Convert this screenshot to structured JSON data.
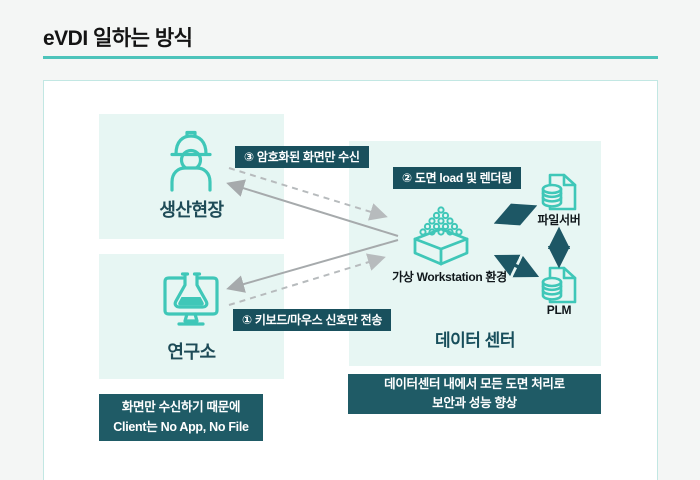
{
  "title": "eVDI 일하는 방식",
  "colors": {
    "accent_teal": "#4dc4bb",
    "icon_teal": "#3fc7b8",
    "badge_teal": "#19505d",
    "note_teal": "#1f5b66",
    "mint_box": "#e7f6f3",
    "label_dark_teal": "#1e4b57",
    "arrow_gray": "#a6aaac"
  },
  "diagram": {
    "nodes": {
      "production": {
        "label": "생산현장",
        "icon": "worker-icon"
      },
      "lab": {
        "label": "연구소",
        "icon": "monitor-flask-icon"
      },
      "datacenter": {
        "label": "데이터 센터"
      },
      "workstation": {
        "label": "가상 Workstation 환경",
        "icon": "workstation-box-icon"
      },
      "fileserver": {
        "label": "파일서버",
        "icon": "file-database-icon"
      },
      "plm": {
        "label": "PLM",
        "icon": "file-database-icon"
      }
    },
    "steps": [
      {
        "label": "① 키보드/마우스 신호만 전송"
      },
      {
        "label": "② 도면 load 및 렌더링"
      },
      {
        "label": "③ 암호화된 화면만 수신"
      }
    ],
    "notes": {
      "left": {
        "line1": "화면만 수신하기 때문에",
        "line2": "Client는 No App, No File"
      },
      "right": {
        "line1": "데이터센터 내에서 모든 도면 처리로",
        "line2": "보안과 성능 향상"
      }
    }
  }
}
